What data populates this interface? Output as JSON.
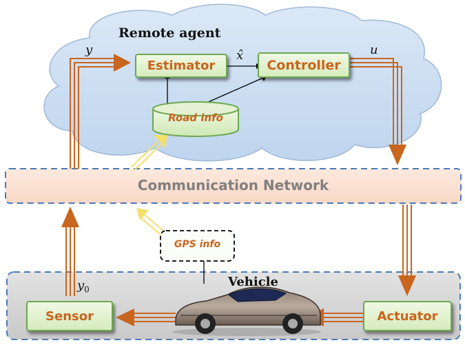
{
  "remote_agent": {
    "title": "Remote agent"
  },
  "blocks": {
    "estimator": "Estimator",
    "controller": "Controller",
    "road_info": "Road info",
    "gps_info": "GPS info",
    "sensor": "Sensor",
    "actuator": "Actuator"
  },
  "network": {
    "label": "Communication Network"
  },
  "vehicle": {
    "label": "Vehicle"
  },
  "signals": {
    "y": "y",
    "x_hat": "x̂",
    "u": "u",
    "y0_base": "y",
    "y0_sub": "0"
  },
  "colors": {
    "cloud_fill": "#cfe0f3",
    "network_fill": "#fbe0d2",
    "vehicle_zone_fill": "#d3d3d3",
    "block_border": "#6aa84f",
    "block_text": "#c8651e",
    "arrow_orange": "#c8651e",
    "arrow_yellow": "#f3e06b",
    "dashed_border": "#4a7ab5"
  }
}
